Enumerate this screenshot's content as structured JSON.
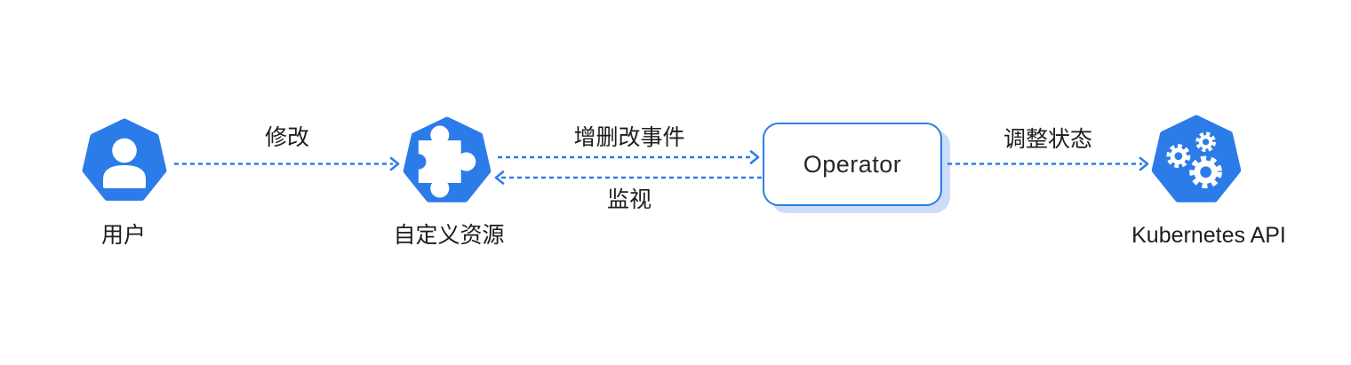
{
  "colors": {
    "node_blue": "#2b7ce8",
    "arrow_blue": "#2e7ced",
    "operator_border": "#2b7ce8",
    "operator_shadow": "#cddcf8",
    "ink": "#1d1d1f",
    "operator_ink": "#26282b",
    "canvas_bg": "#ffffff"
  },
  "nodes": {
    "user": {
      "label": "用户",
      "icon": "user-icon",
      "shape": "kubernetes-heptagon"
    },
    "custom_resource": {
      "label": "自定义资源",
      "icon": "puzzle-icon",
      "shape": "kubernetes-heptagon"
    },
    "operator": {
      "label": "Operator",
      "shape": "rounded-box"
    },
    "kubernetes_api": {
      "label": "Kubernetes API",
      "icon": "gears-icon",
      "shape": "kubernetes-heptagon"
    }
  },
  "edges": {
    "modify": {
      "label": "修改",
      "from": "用户",
      "to": "自定义资源",
      "direction": "right",
      "style": "dashed"
    },
    "events": {
      "label": "增删改事件",
      "from": "自定义资源",
      "to": "Operator",
      "direction": "right",
      "style": "dashed"
    },
    "watch": {
      "label": "监视",
      "from": "Operator",
      "to": "自定义资源",
      "direction": "left",
      "style": "dashed"
    },
    "adjust_status": {
      "label": "调整状态",
      "from": "Operator",
      "to": "Kubernetes API",
      "direction": "right",
      "style": "dashed"
    }
  }
}
